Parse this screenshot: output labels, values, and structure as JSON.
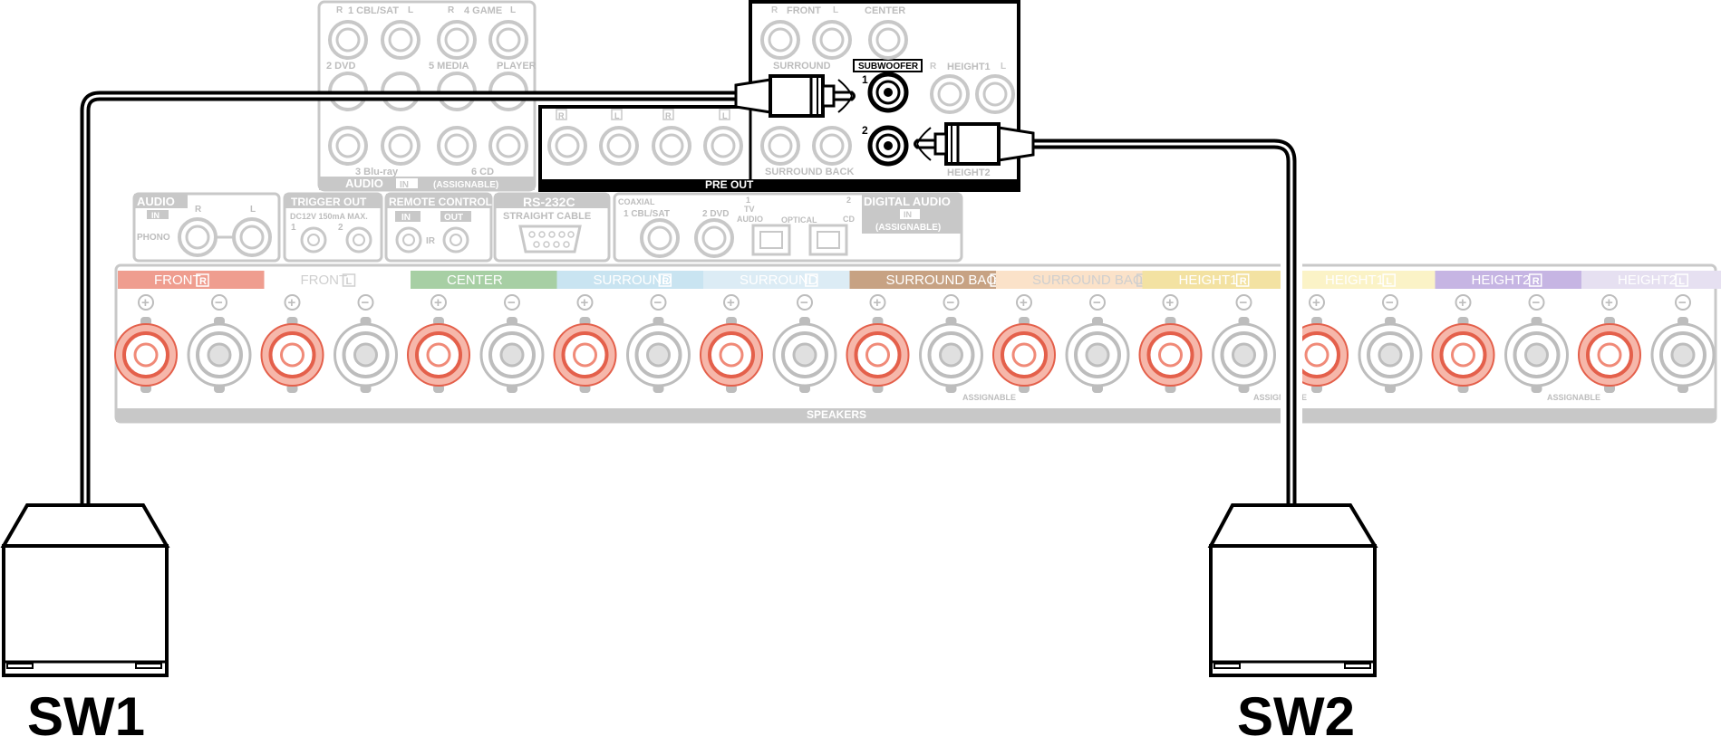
{
  "colors": {
    "panel_gray": "#c8c8c8",
    "panel_light": "#e3e3e3",
    "cable": "#000000",
    "terminal_red": "#f08a78",
    "terminal_red_stroke": "#e4604b",
    "front_r": "#ef9d8f",
    "front_l": "#ffffff",
    "center": "#a7cfa4",
    "surround_r": "#c9e4f1",
    "surround_l": "#dcecf5",
    "surround_back_r": "#c7a283",
    "surround_back_l": "#fbe2c9",
    "height1_r": "#f3e2a2",
    "height1_l": "#fbf3c7",
    "height2_r": "#c6b5e3",
    "height2_l": "#e6e0f1"
  },
  "analog_inputs": {
    "r_tag": "R",
    "l_tag": "L",
    "cbl_sat": "1 CBL/SAT",
    "game": "4 GAME",
    "dvd": "2 DVD",
    "media": "5 MEDIA",
    "player": "PLAYER",
    "bluray": "3 Blu-ray",
    "cd": "6 CD",
    "audio": "AUDIO",
    "in": "IN",
    "assignable": "(ASSIGNABLE)"
  },
  "preout": {
    "front": "FRONT",
    "center": "CENTER",
    "surround": "SURROUND",
    "subwoofer": "SUBWOOFER",
    "height1": "HEIGHT1",
    "surround_back": "SURROUND BACK",
    "height2": "HEIGHT2",
    "pre_out": "PRE OUT",
    "r_tag": "R",
    "l_tag": "L",
    "sub1": "1",
    "sub2": "2"
  },
  "audio_in": {
    "audio": "AUDIO",
    "in": "IN",
    "r": "R",
    "l": "L",
    "phono": "PHONO"
  },
  "trigger": {
    "title": "TRIGGER OUT",
    "spec": "DC12V 150mA MAX.",
    "one": "1",
    "two": "2"
  },
  "remote": {
    "title": "REMOTE CONTROL",
    "in": "IN",
    "out": "OUT",
    "ir": "IR"
  },
  "rs232c": {
    "title": "RS-232C",
    "cable": "STRAIGHT CABLE"
  },
  "digital": {
    "coaxial": "COAXIAL",
    "cbl_sat": "1 CBL/SAT",
    "dvd": "2 DVD",
    "tv_num": "1",
    "tv": "TV",
    "audio": "AUDIO",
    "optical": "OPTICAL",
    "cd_num": "2",
    "cd": "CD",
    "title": "DIGITAL AUDIO",
    "in": "IN",
    "assignable": "(ASSIGNABLE)"
  },
  "speakers": {
    "footer": "SPEAKERS",
    "assignable": "ASSIGNABLE",
    "plus": "+",
    "minus": "−",
    "channels": [
      {
        "name": "FRONT",
        "side": "R",
        "color": "#ef9d8f"
      },
      {
        "name": "FRONT",
        "side": "L",
        "color": "#ffffff"
      },
      {
        "name": "CENTER",
        "side": "",
        "color": "#a7cfa4"
      },
      {
        "name": "SURROUND",
        "side": "R",
        "color": "#c9e4f1"
      },
      {
        "name": "SURROUND",
        "side": "L",
        "color": "#dcecf5"
      },
      {
        "name": "SURROUND BACK",
        "side": "R",
        "color": "#c7a283"
      },
      {
        "name": "SURROUND BACK",
        "side": "L",
        "color": "#fbe2c9"
      },
      {
        "name": "HEIGHT1",
        "side": "R",
        "color": "#f3e2a2"
      },
      {
        "name": "HEIGHT1",
        "side": "L",
        "color": "#fbf3c7"
      },
      {
        "name": "HEIGHT2",
        "side": "R",
        "color": "#c6b5e3"
      },
      {
        "name": "HEIGHT2",
        "side": "L",
        "color": "#e6e0f1"
      }
    ]
  },
  "subwoofers": {
    "sw1": "SW1",
    "sw2": "SW2"
  }
}
